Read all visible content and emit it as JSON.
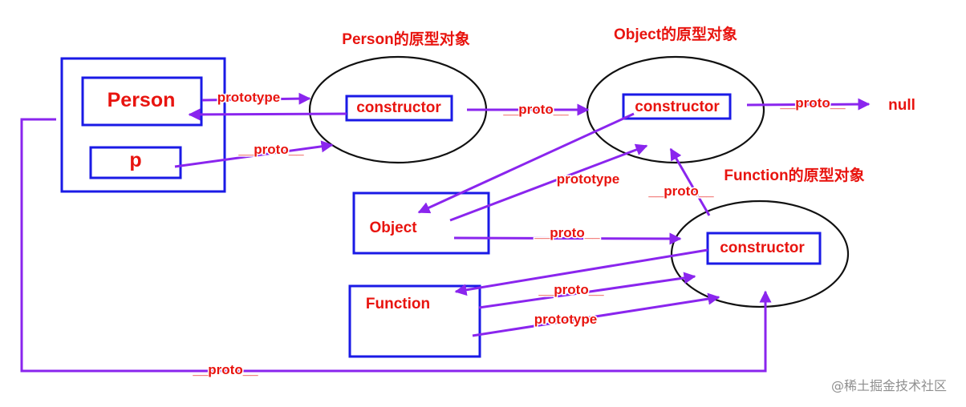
{
  "titles": {
    "person_proto": "Person的原型对象",
    "object_proto": "Object的原型对象",
    "function_proto": "Function的原型对象"
  },
  "nodes": {
    "person": "Person",
    "p": "p",
    "object": "Object",
    "function": "Function",
    "constructor_person_proto": "constructor",
    "constructor_object_proto": "constructor",
    "constructor_function_proto": "constructor",
    "null": "null"
  },
  "edges": {
    "person_prototype": "prototype",
    "p_proto": "__proto__",
    "person_proto_proto": "__proto__",
    "object_proto_proto": "__proto__",
    "object_prototype": "prototype",
    "function_proto_proto": "__proto__",
    "object_to_function_proto": "__proto__",
    "function_proto": "__proto__",
    "function_prototype": "prototype",
    "bottom_proto": "__proto__"
  },
  "watermark": "@稀土掘金技术社区",
  "colors": {
    "label": "#e8140f",
    "box": "#1a1ae6",
    "arrow": "#8a25ee",
    "ellipse": "#111111"
  }
}
